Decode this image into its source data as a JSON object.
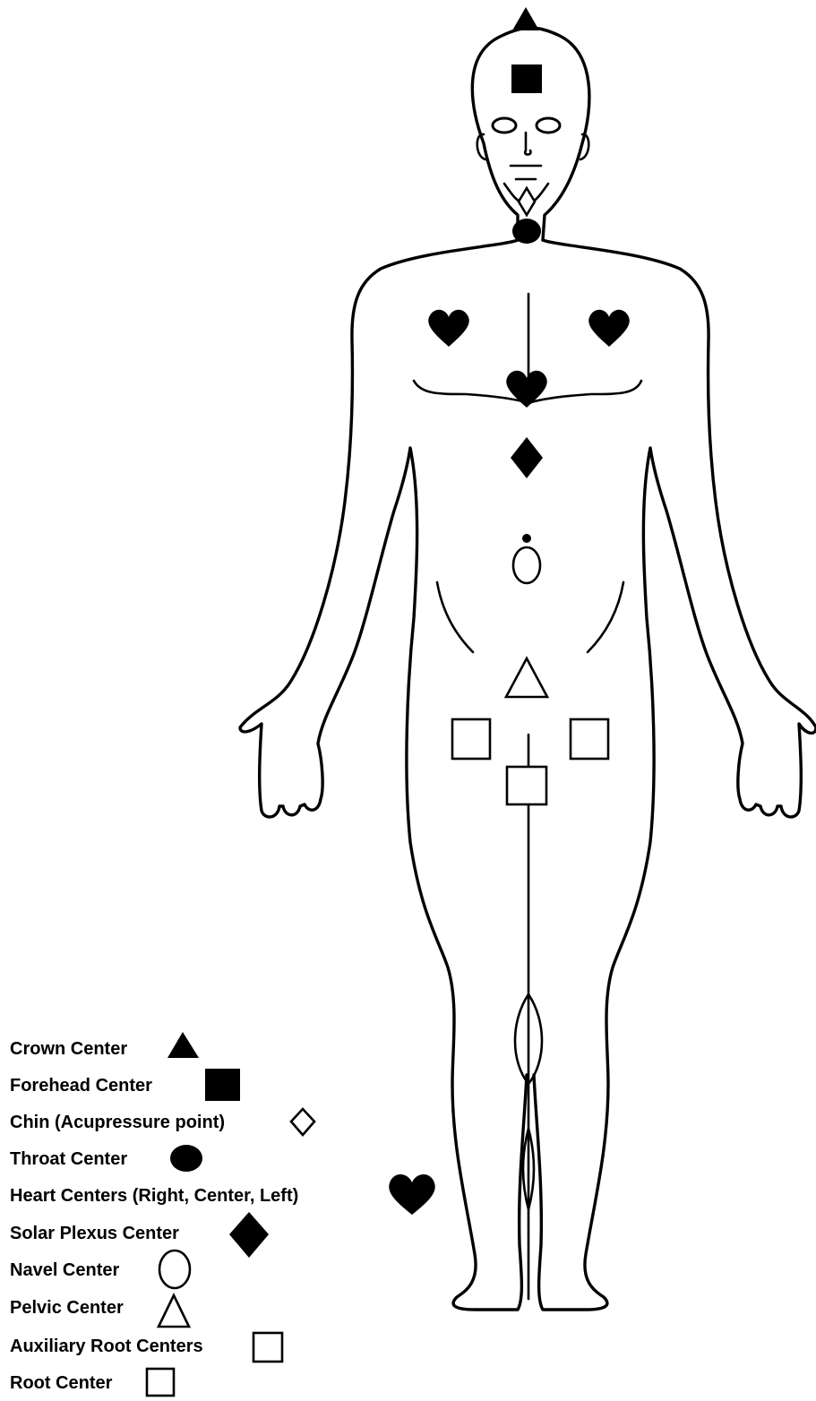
{
  "legend": {
    "items": [
      {
        "label": "Crown Center",
        "symbol": "triangle-filled-icon"
      },
      {
        "label": "Forehead Center",
        "symbol": "square-filled-icon"
      },
      {
        "label": "Chin (Acupressure point)",
        "symbol": "diamond-outline-icon"
      },
      {
        "label": "Throat Center",
        "symbol": "circle-filled-icon"
      },
      {
        "label": "Heart Centers (Right, Center, Left)",
        "symbol": "heart-filled-icon"
      },
      {
        "label": "Solar Plexus Center",
        "symbol": "diamond-filled-icon"
      },
      {
        "label": "Navel Center",
        "symbol": "oval-outline-icon"
      },
      {
        "label": "Pelvic Center",
        "symbol": "triangle-outline-icon"
      },
      {
        "label": "Auxiliary Root Centers",
        "symbol": "square-outline-icon"
      },
      {
        "label": "Root Center",
        "symbol": "square-outline-icon"
      }
    ]
  },
  "colors": {
    "line": "#000000",
    "background": "#ffffff"
  }
}
